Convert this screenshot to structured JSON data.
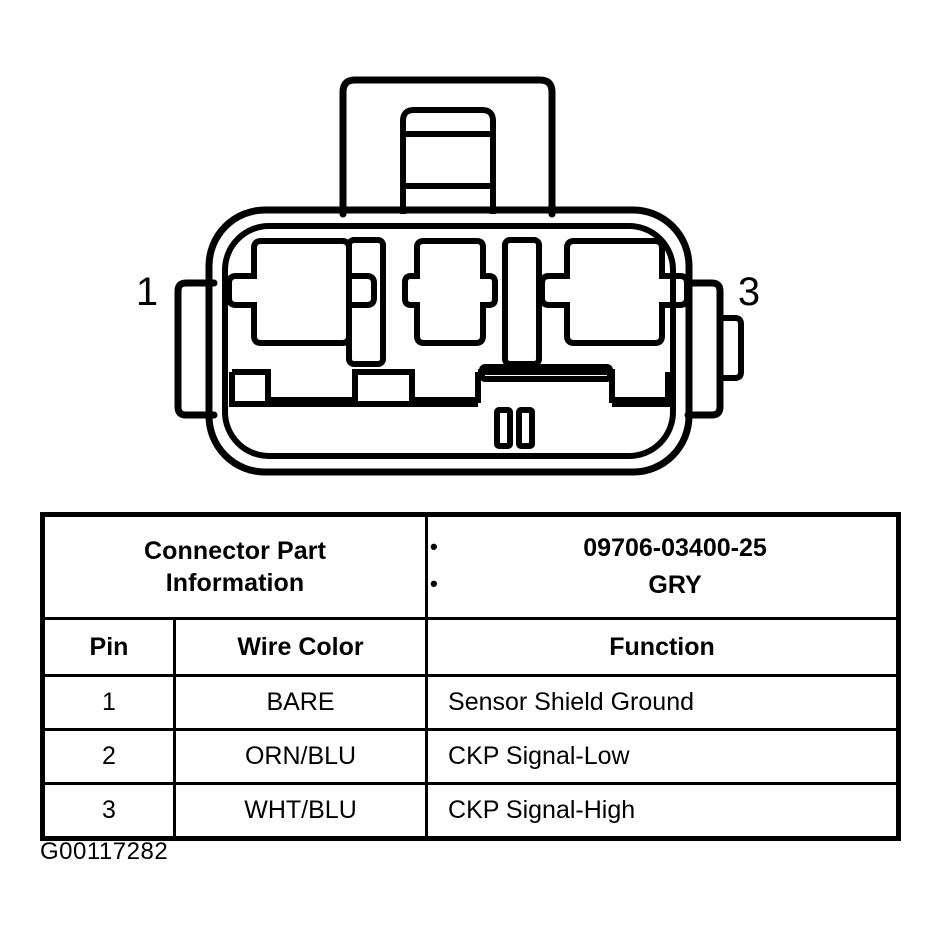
{
  "figure": {
    "name": "3-way electrical connector face view",
    "caption": "G00117282",
    "pin_callouts": [
      {
        "label": "1",
        "side": "left"
      },
      {
        "label": "3",
        "side": "right"
      }
    ]
  },
  "table": {
    "connector_part_information_label": "Connector Part\nInformation",
    "connector_part_information_line1": "Connector Part",
    "connector_part_information_line2": "Information",
    "part_info_bullets": [
      "09706-03400-25",
      "GRY"
    ],
    "bullet_glyph": "•",
    "headers": {
      "pin": "Pin",
      "wire_color": "Wire Color",
      "function": "Function"
    },
    "rows": [
      {
        "pin": "1",
        "wire_color": "BARE",
        "function": "Sensor Shield Ground"
      },
      {
        "pin": "2",
        "wire_color": "ORN/BLU",
        "function": "CKP Signal-Low"
      },
      {
        "pin": "3",
        "wire_color": "WHT/BLU",
        "function": "CKP Signal-High"
      }
    ]
  },
  "colors": {
    "ink": "#000000",
    "paper": "#ffffff"
  }
}
